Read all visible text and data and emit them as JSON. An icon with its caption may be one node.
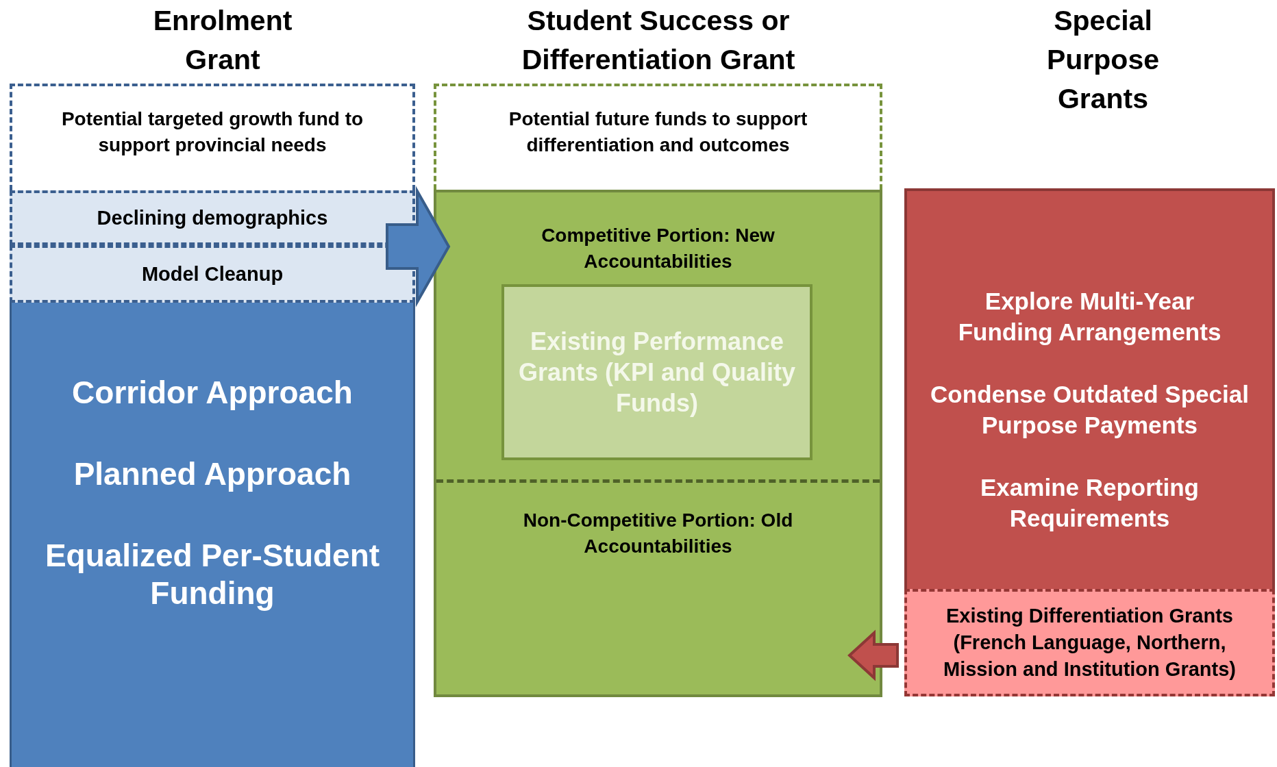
{
  "diagram": {
    "nodes": [
      {
        "text": [
          "Potential targeted growth fund to support provincial needs"
        ]
      },
      {
        "text": [
          "Declining demographics"
        ]
      },
      {
        "text": [
          "Model Cleanup"
        ]
      },
      {
        "text": [
          "Corridor Approach",
          "Planned Approach",
          "Equalized Per-Student Funding"
        ]
      },
      {
        "text": [
          "Potential future funds to support differentiation and outcomes"
        ]
      },
      {
        "text": [
          "Competitive Portion: New Accountabilities",
          "Non-Competitive Portion: Old Accountabilities"
        ]
      },
      {
        "text": [
          "Existing Performance Grants (KPI and Quality Funds)"
        ],
        "in": 5
      },
      {
        "text": [
          "Explore Multi-Year Funding Arrangements",
          "Condense Outdated Special Purpose Payments",
          "Examine Reporting Requirements"
        ]
      },
      {
        "text": [
          "Existing Differentiation Grants (French Language, Northern, Mission and Institution Grants)"
        ]
      }
    ],
    "edges": [
      {
        "from": 1,
        "to": 5,
        "arrow": "to",
        "style": "thick",
        "color": "#4f81bd"
      },
      {
        "from": 2,
        "to": 5,
        "arrow": "to",
        "style": "thick",
        "color": "#4f81bd"
      },
      {
        "from": 8,
        "to": 5,
        "arrow": "to",
        "style": "thick",
        "color": "#c0504d"
      }
    ],
    "labels": [
      "Enrolment Grant",
      "Student Success or Differentiation Grant",
      "Special Purpose Grants"
    ]
  }
}
